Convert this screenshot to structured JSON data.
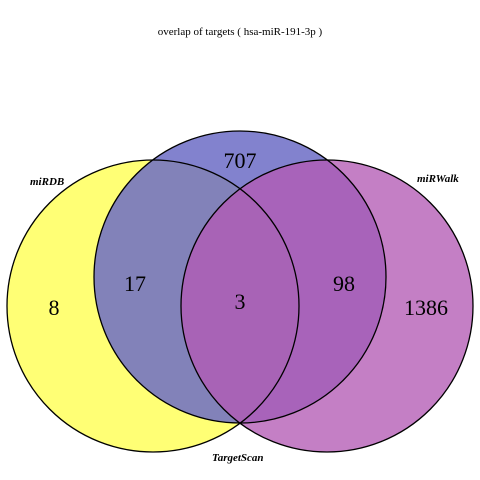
{
  "title": "overlap of targets ( hsa-miR-191-3p )",
  "sets": [
    {
      "key": "miRDB",
      "label": "miRDB",
      "color": "#ffff66"
    },
    {
      "key": "TargetScan",
      "label": "TargetScan",
      "color": "#6c6cc6"
    },
    {
      "key": "miRWalk",
      "label": "miRWalk",
      "color": "#b35bb5"
    }
  ],
  "regions": {
    "miRDB_only": "8",
    "miRDB_TargetScan": "17",
    "TargetScan_only": "707",
    "all_three": "3",
    "TargetScan_miRWalk": "98",
    "miRWalk_only": "1386"
  },
  "colors": {
    "outline": "#000000",
    "background": "#ffffff"
  }
}
